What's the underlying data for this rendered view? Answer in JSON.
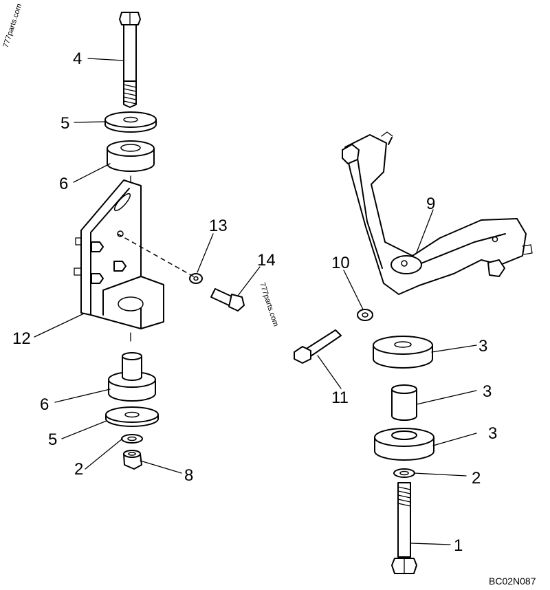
{
  "watermarks": [
    "777parts.com",
    "777parts.com"
  ],
  "figure_code": "BC02N087",
  "callouts": {
    "c4": "4",
    "c5_top": "5",
    "c6_top": "6",
    "c13": "13",
    "c14": "14",
    "c12": "12",
    "c6_bottom": "6",
    "c5_bottom": "5",
    "c2_left": "2",
    "c8": "8",
    "c9": "9",
    "c10": "10",
    "c11": "11",
    "c3_top": "3",
    "c3_mid": "3",
    "c3_bottom": "3",
    "c2_right": "2",
    "c1": "1"
  }
}
